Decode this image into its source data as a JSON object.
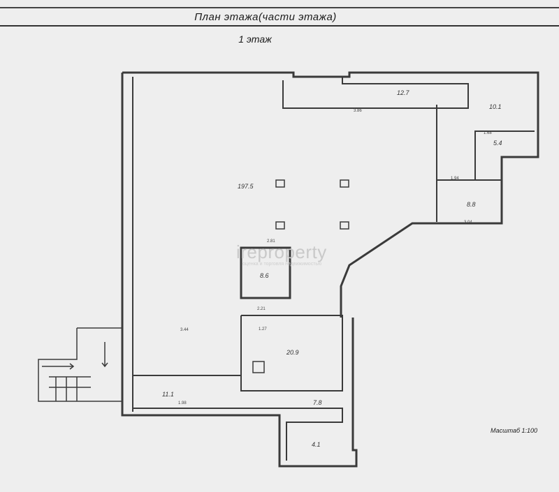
{
  "header": {
    "title": "План этажа(части этажа)",
    "floor_label": "1 этаж"
  },
  "scale_label": "Масштаб 1:100",
  "watermark": {
    "brand": "ireproperty",
    "tagline": "оценка и торговля недвижимостью"
  },
  "rooms": [
    {
      "id": "main-hall",
      "area": "197.5"
    },
    {
      "id": "top-strip",
      "area": "12.7"
    },
    {
      "id": "top-right",
      "area": "10.1"
    },
    {
      "id": "small-top-right",
      "area": "5.4"
    },
    {
      "id": "right-room",
      "area": "8.8"
    },
    {
      "id": "center-box",
      "area": "8.6"
    },
    {
      "id": "lower-center",
      "area": "20.9"
    },
    {
      "id": "bottom-left",
      "area": "11.1"
    },
    {
      "id": "lower-right",
      "area": "7.8"
    },
    {
      "id": "bottom-small",
      "area": "4.1"
    }
  ],
  "dimensions": [
    "3.86",
    "2.81",
    "3.44",
    "2.21",
    "1.27",
    "1.68",
    "1.94",
    "3.04",
    "1.98"
  ],
  "colors": {
    "background": "#eeeeee",
    "wall": "#3a3a3a",
    "wall_fill": "#d6d6d6",
    "watermark": "#c9c9c9"
  }
}
